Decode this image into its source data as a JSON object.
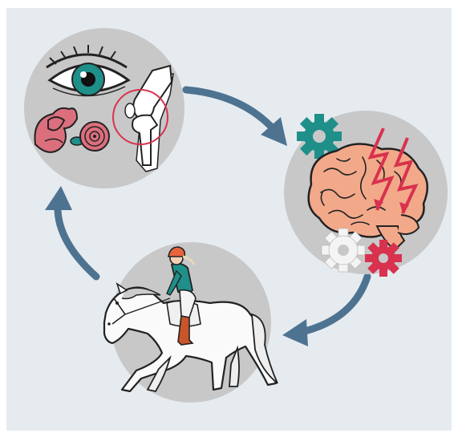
{
  "diagram": {
    "kind": "cycle",
    "nodes": [
      {
        "id": "senses",
        "depicts": [
          "eye-icon",
          "inner-ear-icon",
          "knee-joint-icon"
        ]
      },
      {
        "id": "brain-processing",
        "depicts": [
          "brain-icon",
          "lightning-bolt-icon",
          "gear-icon"
        ]
      },
      {
        "id": "riding",
        "depicts": [
          "horse-and-rider-icon"
        ]
      }
    ],
    "arrows": [
      {
        "from": "senses",
        "to": "brain-processing"
      },
      {
        "from": "brain-processing",
        "to": "riding"
      },
      {
        "from": "riding",
        "to": "senses"
      }
    ]
  },
  "colors": {
    "background": "#e6ebf0",
    "frame": "#ffffff",
    "circle": "#c8c8c8",
    "arrow": "#4e7391",
    "teal": "#1f8f8a",
    "crimson": "#d8324e",
    "ear_pink": "#dc6f7d",
    "brain": "#f2a98a",
    "gear_white": "#f4f4f4",
    "helmet": "#e8643c",
    "boot": "#c9552a",
    "outline": "#222222"
  }
}
